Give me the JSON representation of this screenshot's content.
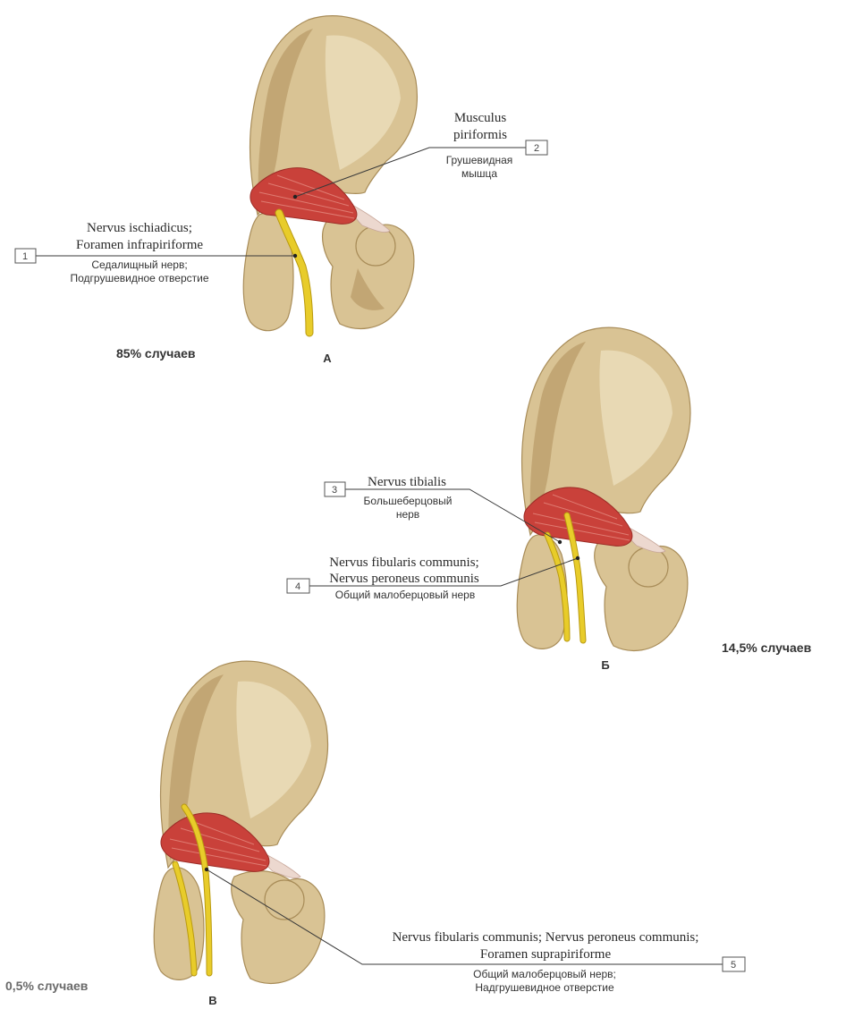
{
  "panels": {
    "a": {
      "letter": "А",
      "percent": "85% случаев",
      "callouts": [
        {
          "number": "2",
          "latin": [
            "Musculus",
            "piriformis"
          ],
          "russian": [
            "Грушевидная",
            "мышца"
          ]
        },
        {
          "number": "1",
          "latin": [
            "Nervus ischiadicus;",
            "Foramen infrapiriforme"
          ],
          "russian": [
            "Седалищный нерв;",
            "Подгрушевидное отверстие"
          ]
        }
      ]
    },
    "b": {
      "letter": "Б",
      "percent": "14,5% случаев",
      "callouts": [
        {
          "number": "3",
          "latin": [
            "Nervus tibialis"
          ],
          "russian": [
            "Большеберцовый",
            "нерв"
          ]
        },
        {
          "number": "4",
          "latin": [
            "Nervus fibularis communis;",
            "Nervus peroneus communis"
          ],
          "russian": [
            "Общий малоберцовый нерв"
          ]
        }
      ]
    },
    "c": {
      "letter": "В",
      "percent": "0,5% случаев",
      "callouts": [
        {
          "number": "5",
          "latin": [
            "Nervus fibularis communis; Nervus peroneus communis;",
            "Foramen suprapiriforme"
          ],
          "russian": [
            "Общий малоберцовый нерв;",
            "Надгрушевидное отверстие"
          ]
        }
      ]
    }
  },
  "colors": {
    "bone": "#d9c394",
    "muscle": "#c9413a",
    "nerve": "#e8cc2a"
  }
}
